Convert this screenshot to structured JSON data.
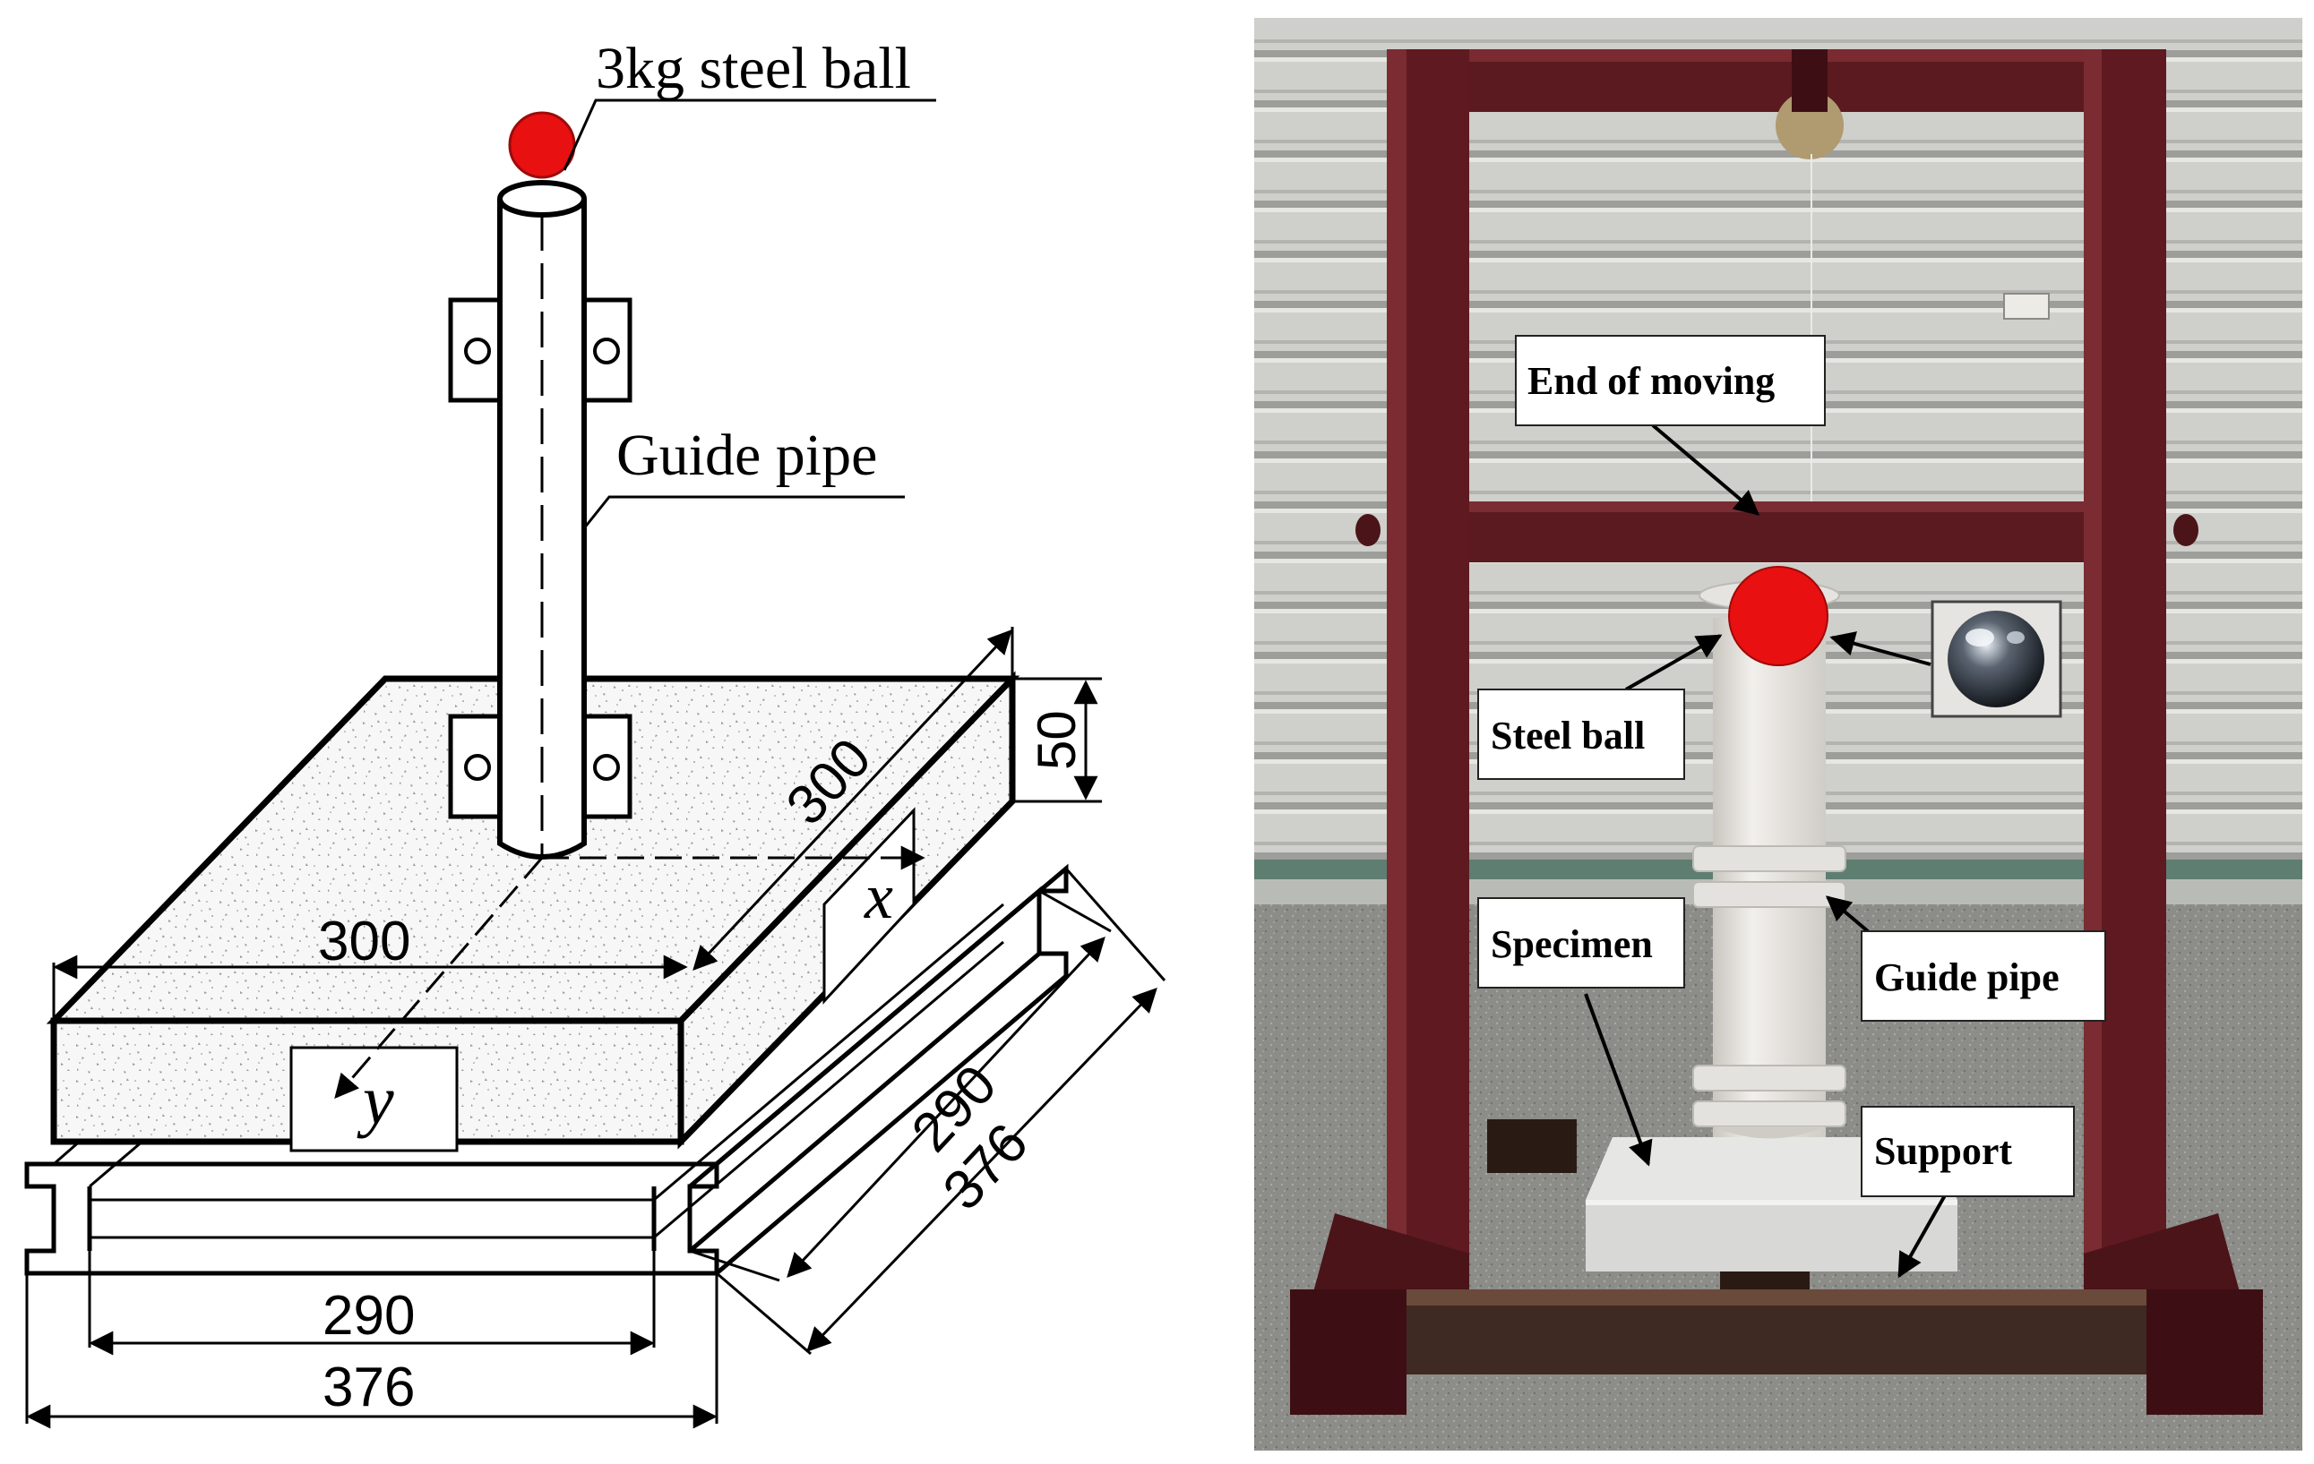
{
  "drawing": {
    "ball_label": "3kg steel ball",
    "pipe_label": "Guide pipe",
    "dim_specimen_depth": "300",
    "dim_specimen_width": "300",
    "dim_thickness": "50",
    "dim_support_inner_depth": "290",
    "dim_support_outer_depth": "376",
    "dim_support_inner_width": "290",
    "dim_support_outer_width": "376",
    "axis_x": "x",
    "axis_y": "y"
  },
  "photo": {
    "labels": {
      "end_of_moving": "End of moving",
      "steel_ball": "Steel ball",
      "specimen": "Specimen",
      "guide_pipe": "Guide pipe",
      "support": "Support"
    }
  },
  "colors": {
    "ball": "#e81010",
    "frame": "#5e1a20",
    "frame_dark": "#3d0f14",
    "wall": "#c8c8c4",
    "floor": "#8e8e8a",
    "pipe": "#e8e6e2"
  }
}
